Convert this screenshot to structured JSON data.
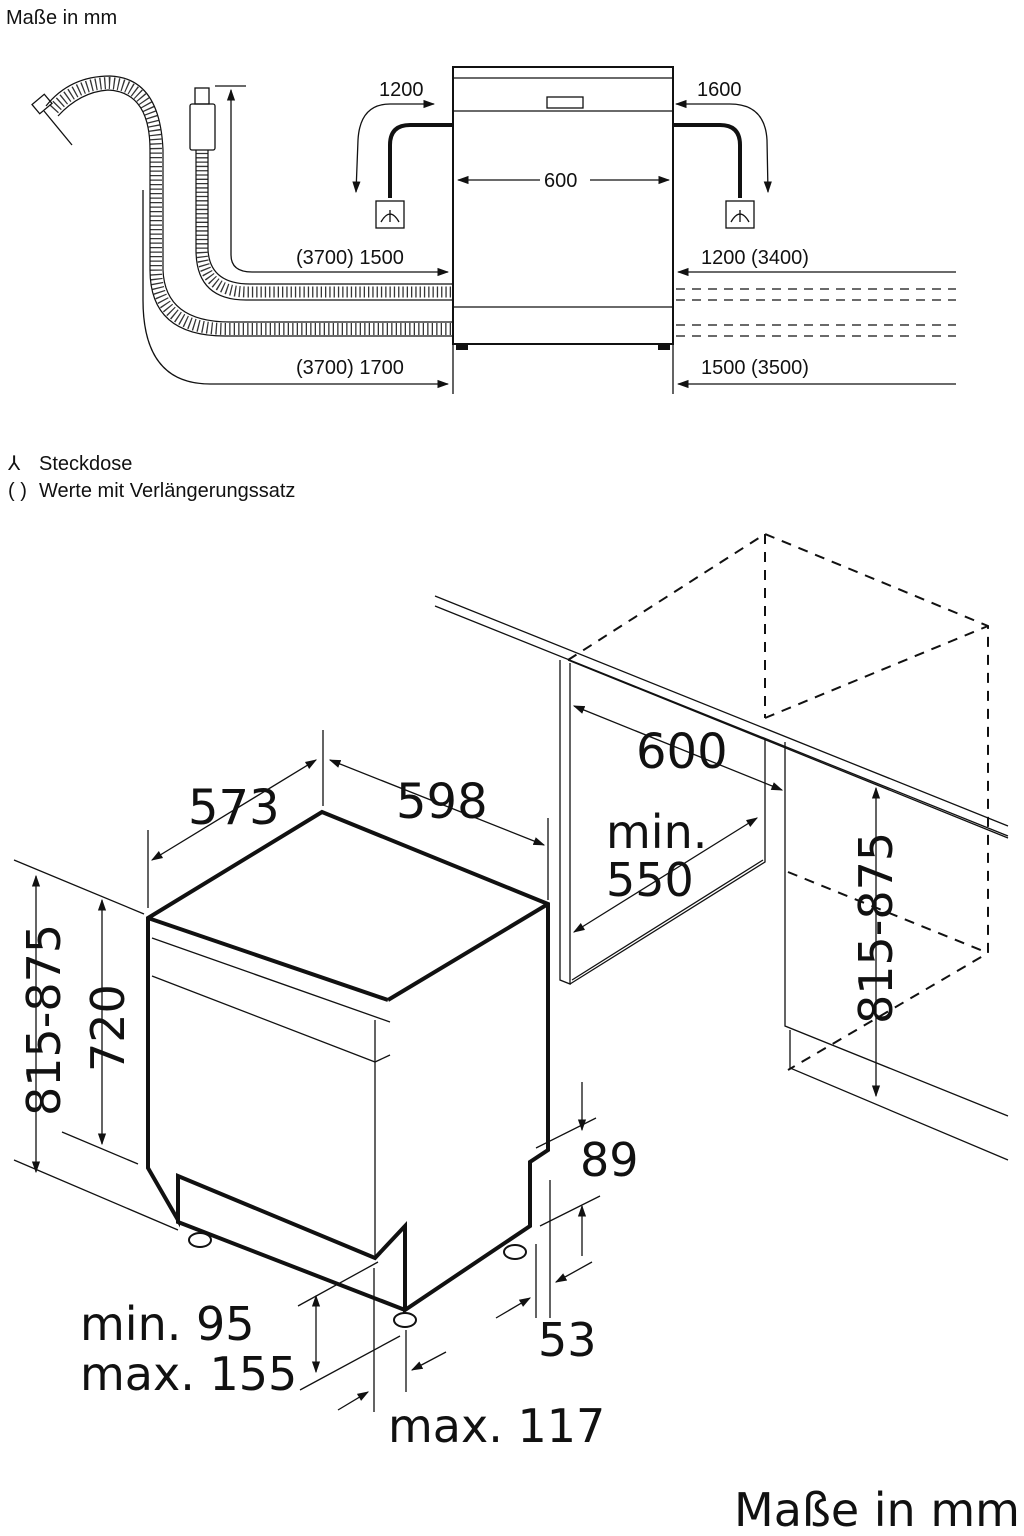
{
  "top": {
    "units_label": "Maße in mm",
    "dim_width": "600",
    "left_socket_len": "1200",
    "right_socket_len": "1600",
    "left_inlet": "(3700) 1500",
    "left_drain": "(3700) 1700",
    "right_inlet": "1200 (3400)",
    "right_drain": "1500 (3500)"
  },
  "legend": {
    "socket_symbol": "⅄",
    "socket_label": "Steckdose",
    "extension_symbol": "( )",
    "extension_label": "Werte mit Verlängerungssatz"
  },
  "bottom": {
    "niche_width": "600",
    "niche_depth_line1": "min.",
    "niche_depth_line2": "550",
    "niche_height": "815-875",
    "depth": "573",
    "width": "598",
    "height_total": "815-875",
    "height_body": "720",
    "plinth_height": "89",
    "foot_offset": "53",
    "feet_line1": "min. 95",
    "feet_line2": "max. 155",
    "front_offset": "max. 117",
    "units_label": "Maße in mm"
  }
}
